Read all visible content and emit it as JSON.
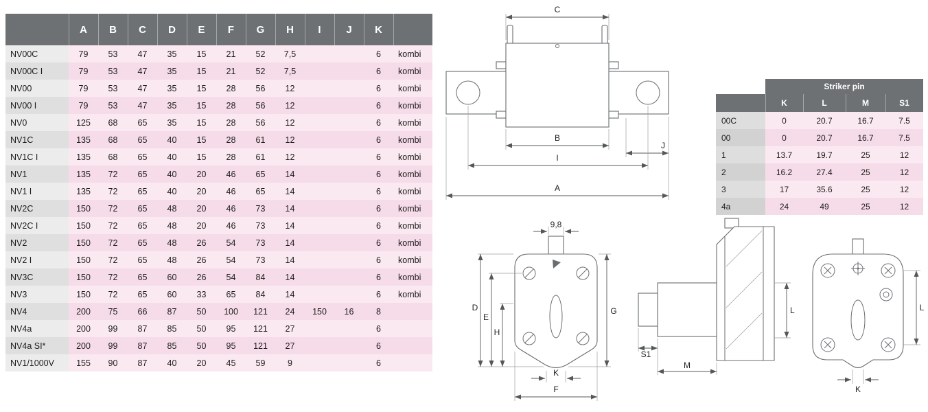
{
  "colors": {
    "header_bg": "#6e7173",
    "header_text": "#ffffff",
    "row_pink_light": "#fbe9f1",
    "row_pink_dark": "#f6dce8",
    "row_label_light": "#ececec",
    "row_label_dark": "#dfdfdf",
    "drawing_stroke": "#696d70"
  },
  "main_table": {
    "columns": [
      "A",
      "B",
      "C",
      "D",
      "E",
      "F",
      "G",
      "H",
      "I",
      "J",
      "K"
    ],
    "rows": [
      {
        "label": "NV00C",
        "values": [
          "79",
          "53",
          "47",
          "35",
          "15",
          "21",
          "52",
          "7,5",
          "",
          "",
          "6"
        ],
        "note": "kombi"
      },
      {
        "label": "NV00C I",
        "values": [
          "79",
          "53",
          "47",
          "35",
          "15",
          "21",
          "52",
          "7,5",
          "",
          "",
          "6"
        ],
        "note": "kombi"
      },
      {
        "label": "NV00",
        "values": [
          "79",
          "53",
          "47",
          "35",
          "15",
          "28",
          "56",
          "12",
          "",
          "",
          "6"
        ],
        "note": "kombi"
      },
      {
        "label": "NV00 I",
        "values": [
          "79",
          "53",
          "47",
          "35",
          "15",
          "28",
          "56",
          "12",
          "",
          "",
          "6"
        ],
        "note": "kombi"
      },
      {
        "label": "NV0",
        "values": [
          "125",
          "68",
          "65",
          "35",
          "15",
          "28",
          "56",
          "12",
          "",
          "",
          "6"
        ],
        "note": "kombi"
      },
      {
        "label": "NV1C",
        "values": [
          "135",
          "68",
          "65",
          "40",
          "15",
          "28",
          "61",
          "12",
          "",
          "",
          "6"
        ],
        "note": "kombi"
      },
      {
        "label": "NV1C I",
        "values": [
          "135",
          "68",
          "65",
          "40",
          "15",
          "28",
          "61",
          "12",
          "",
          "",
          "6"
        ],
        "note": "kombi"
      },
      {
        "label": "NV1",
        "values": [
          "135",
          "72",
          "65",
          "40",
          "20",
          "46",
          "65",
          "14",
          "",
          "",
          "6"
        ],
        "note": "kombi"
      },
      {
        "label": "NV1 I",
        "values": [
          "135",
          "72",
          "65",
          "40",
          "20",
          "46",
          "65",
          "14",
          "",
          "",
          "6"
        ],
        "note": "kombi"
      },
      {
        "label": "NV2C",
        "values": [
          "150",
          "72",
          "65",
          "48",
          "20",
          "46",
          "73",
          "14",
          "",
          "",
          "6"
        ],
        "note": "kombi"
      },
      {
        "label": "NV2C I",
        "values": [
          "150",
          "72",
          "65",
          "48",
          "20",
          "46",
          "73",
          "14",
          "",
          "",
          "6"
        ],
        "note": "kombi"
      },
      {
        "label": "NV2",
        "values": [
          "150",
          "72",
          "65",
          "48",
          "26",
          "54",
          "73",
          "14",
          "",
          "",
          "6"
        ],
        "note": "kombi"
      },
      {
        "label": "NV2 I",
        "values": [
          "150",
          "72",
          "65",
          "48",
          "26",
          "54",
          "73",
          "14",
          "",
          "",
          "6"
        ],
        "note": "kombi"
      },
      {
        "label": "NV3C",
        "values": [
          "150",
          "72",
          "65",
          "60",
          "26",
          "54",
          "84",
          "14",
          "",
          "",
          "6"
        ],
        "note": "kombi"
      },
      {
        "label": "NV3",
        "values": [
          "150",
          "72",
          "65",
          "60",
          "33",
          "65",
          "84",
          "14",
          "",
          "",
          "6"
        ],
        "note": "kombi"
      },
      {
        "label": "NV4",
        "values": [
          "200",
          "75",
          "66",
          "87",
          "50",
          "100",
          "121",
          "24",
          "150",
          "16",
          "8"
        ],
        "note": ""
      },
      {
        "label": "NV4a",
        "values": [
          "200",
          "99",
          "87",
          "85",
          "50",
          "95",
          "121",
          "27",
          "",
          "",
          "6"
        ],
        "note": ""
      },
      {
        "label": "NV4a SI*",
        "values": [
          "200",
          "99",
          "87",
          "85",
          "50",
          "95",
          "121",
          "27",
          "",
          "",
          "6"
        ],
        "note": ""
      },
      {
        "label": "NV1/1000V",
        "values": [
          "155",
          "90",
          "87",
          "40",
          "20",
          "45",
          "59",
          "9",
          "",
          "",
          "6"
        ],
        "note": ""
      }
    ]
  },
  "striker_table": {
    "title": "Striker pin",
    "columns": [
      "K",
      "L",
      "M",
      "S1"
    ],
    "rows": [
      {
        "label": "00C",
        "values": [
          "0",
          "20.7",
          "16.7",
          "7.5"
        ]
      },
      {
        "label": "00",
        "values": [
          "0",
          "20.7",
          "16.7",
          "7.5"
        ]
      },
      {
        "label": "1",
        "values": [
          "13.7",
          "19.7",
          "25",
          "12"
        ]
      },
      {
        "label": "2",
        "values": [
          "16.2",
          "27.4",
          "25",
          "12"
        ]
      },
      {
        "label": "3",
        "values": [
          "17",
          "35.6",
          "25",
          "12"
        ]
      },
      {
        "label": "4a",
        "values": [
          "24",
          "49",
          "25",
          "12"
        ]
      }
    ]
  },
  "drawings": {
    "fuse_side_view": {
      "dim_c": "C",
      "dim_b": "B",
      "dim_j": "J",
      "dim_i": "I",
      "dim_a": "A"
    },
    "fuse_front_view": {
      "dim_width": "9,8",
      "dim_d": "D",
      "dim_e": "E",
      "dim_h": "H",
      "dim_g": "G",
      "dim_k": "K",
      "dim_f": "F"
    },
    "fuse_profile_view": {
      "dim_s1": "S1",
      "dim_m": "M",
      "dim_l": "L"
    },
    "fuse_back_view": {
      "dim_l": "L",
      "dim_k": "K"
    }
  }
}
